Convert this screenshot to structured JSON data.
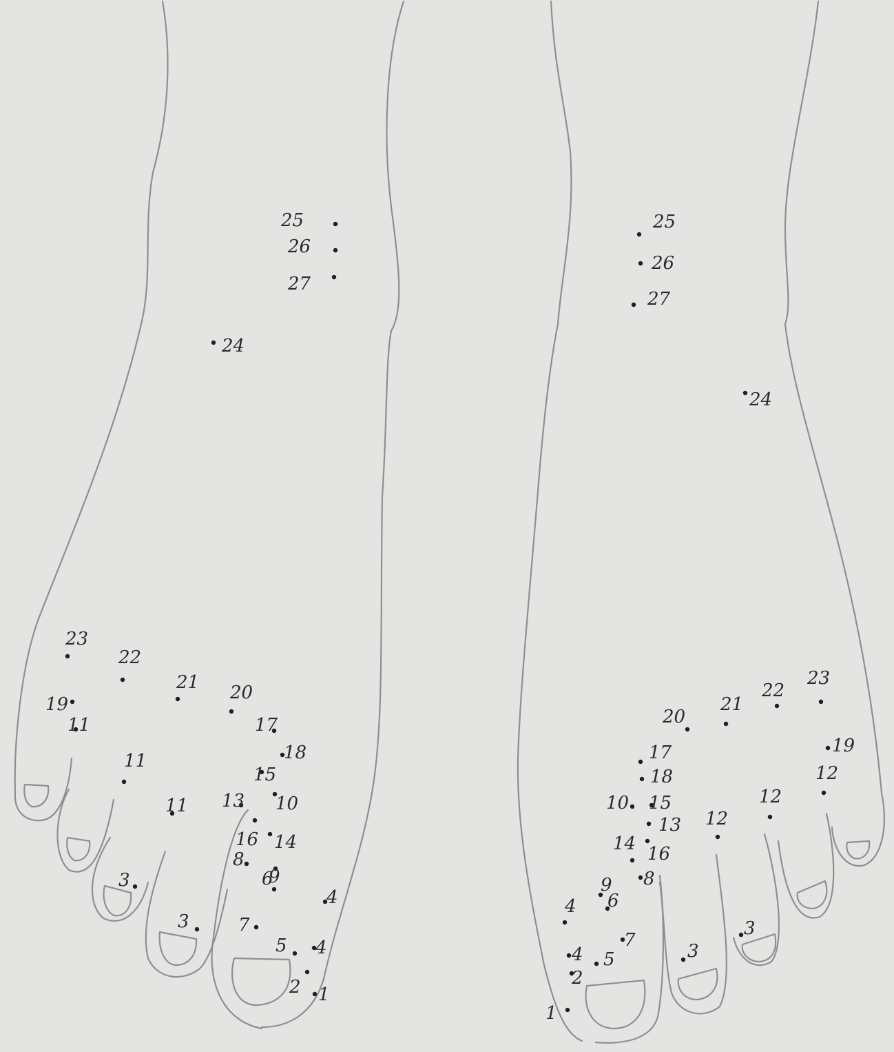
{
  "diagram": {
    "colors": {
      "paper": "#e4e4e2",
      "pencil": "#8f8f8f",
      "ink": "#1f1f1f"
    },
    "left_foot": {
      "points": [
        {
          "label": "25"
        },
        {
          "label": "26"
        },
        {
          "label": "27"
        },
        {
          "label": "24"
        },
        {
          "label": "23"
        },
        {
          "label": "22"
        },
        {
          "label": "21"
        },
        {
          "label": "20"
        },
        {
          "label": "19"
        },
        {
          "label": "11"
        },
        {
          "label": "11"
        },
        {
          "label": "11"
        },
        {
          "label": "17"
        },
        {
          "label": "18"
        },
        {
          "label": "15"
        },
        {
          "label": "13"
        },
        {
          "label": "10"
        },
        {
          "label": "16"
        },
        {
          "label": "14"
        },
        {
          "label": "8"
        },
        {
          "label": "9"
        },
        {
          "label": "6"
        },
        {
          "label": "3"
        },
        {
          "label": "3"
        },
        {
          "label": "7"
        },
        {
          "label": "4"
        },
        {
          "label": "5"
        },
        {
          "label": "4"
        },
        {
          "label": "2"
        },
        {
          "label": "1"
        }
      ]
    },
    "right_foot": {
      "points": [
        {
          "label": "25"
        },
        {
          "label": "26"
        },
        {
          "label": "27"
        },
        {
          "label": "24"
        },
        {
          "label": "23"
        },
        {
          "label": "22"
        },
        {
          "label": "21"
        },
        {
          "label": "20"
        },
        {
          "label": "19"
        },
        {
          "label": "12"
        },
        {
          "label": "12"
        },
        {
          "label": "12"
        },
        {
          "label": "17"
        },
        {
          "label": "18"
        },
        {
          "label": "10"
        },
        {
          "label": "15"
        },
        {
          "label": "13"
        },
        {
          "label": "14"
        },
        {
          "label": "16"
        },
        {
          "label": "8"
        },
        {
          "label": "9"
        },
        {
          "label": "6"
        },
        {
          "label": "4"
        },
        {
          "label": "7"
        },
        {
          "label": "4"
        },
        {
          "label": "5"
        },
        {
          "label": "2"
        },
        {
          "label": "3"
        },
        {
          "label": "3"
        },
        {
          "label": "1"
        }
      ]
    }
  }
}
